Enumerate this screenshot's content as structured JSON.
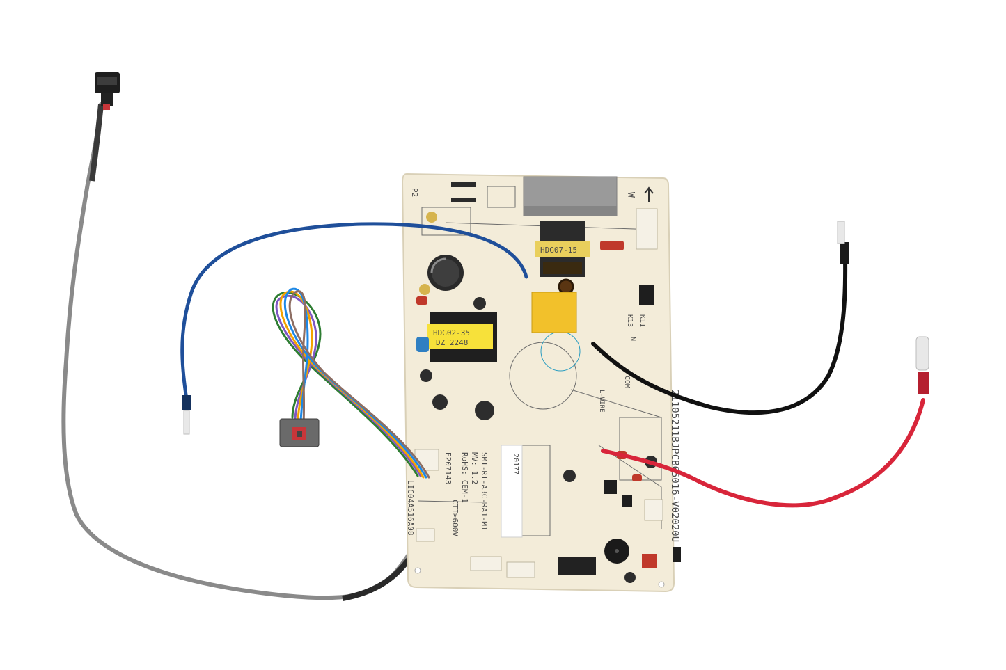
{
  "photo": {
    "subject": "control-board-with-wiring",
    "background": "#ffffff"
  },
  "board": {
    "color": "#f3ecd9",
    "edge_label": "21105211BJPCB05016-V02020U",
    "main_label": {
      "lines": [
        "SMT-RI-A3C-RA1-M1",
        "MV: 1.2",
        "RoHS: CEM-1",
        "CTI≥600V"
      ],
      "part_number": "20177",
      "certificate": "E207143"
    },
    "cert_label_text": "LIC04A516A08",
    "marks": [
      "P2",
      "W",
      "K11",
      "K13",
      "COM",
      "L-WIRE",
      "N"
    ]
  },
  "components": {
    "transformer_main": {
      "label": "HDG02-35",
      "sublabel": "DZ 2248",
      "color": "#f7e13a"
    },
    "transformer_small": {
      "label": "HDG07-15",
      "color": "#e9cf5c"
    },
    "relay": {
      "color": "#f2c12b"
    },
    "filter": {
      "color": "#9a9a9a"
    },
    "cap_x": {
      "color": "#2f7fc2"
    },
    "cap_red": {
      "color": "#c0392b"
    }
  },
  "wires": {
    "blue": "#1f4f9a",
    "black": "#111111",
    "red": "#d8253a",
    "gray": "#8a8a8a",
    "harness": [
      "#2e7d32",
      "#7e57c2",
      "#f4a300",
      "#1e88e5",
      "#8d6e63"
    ]
  }
}
